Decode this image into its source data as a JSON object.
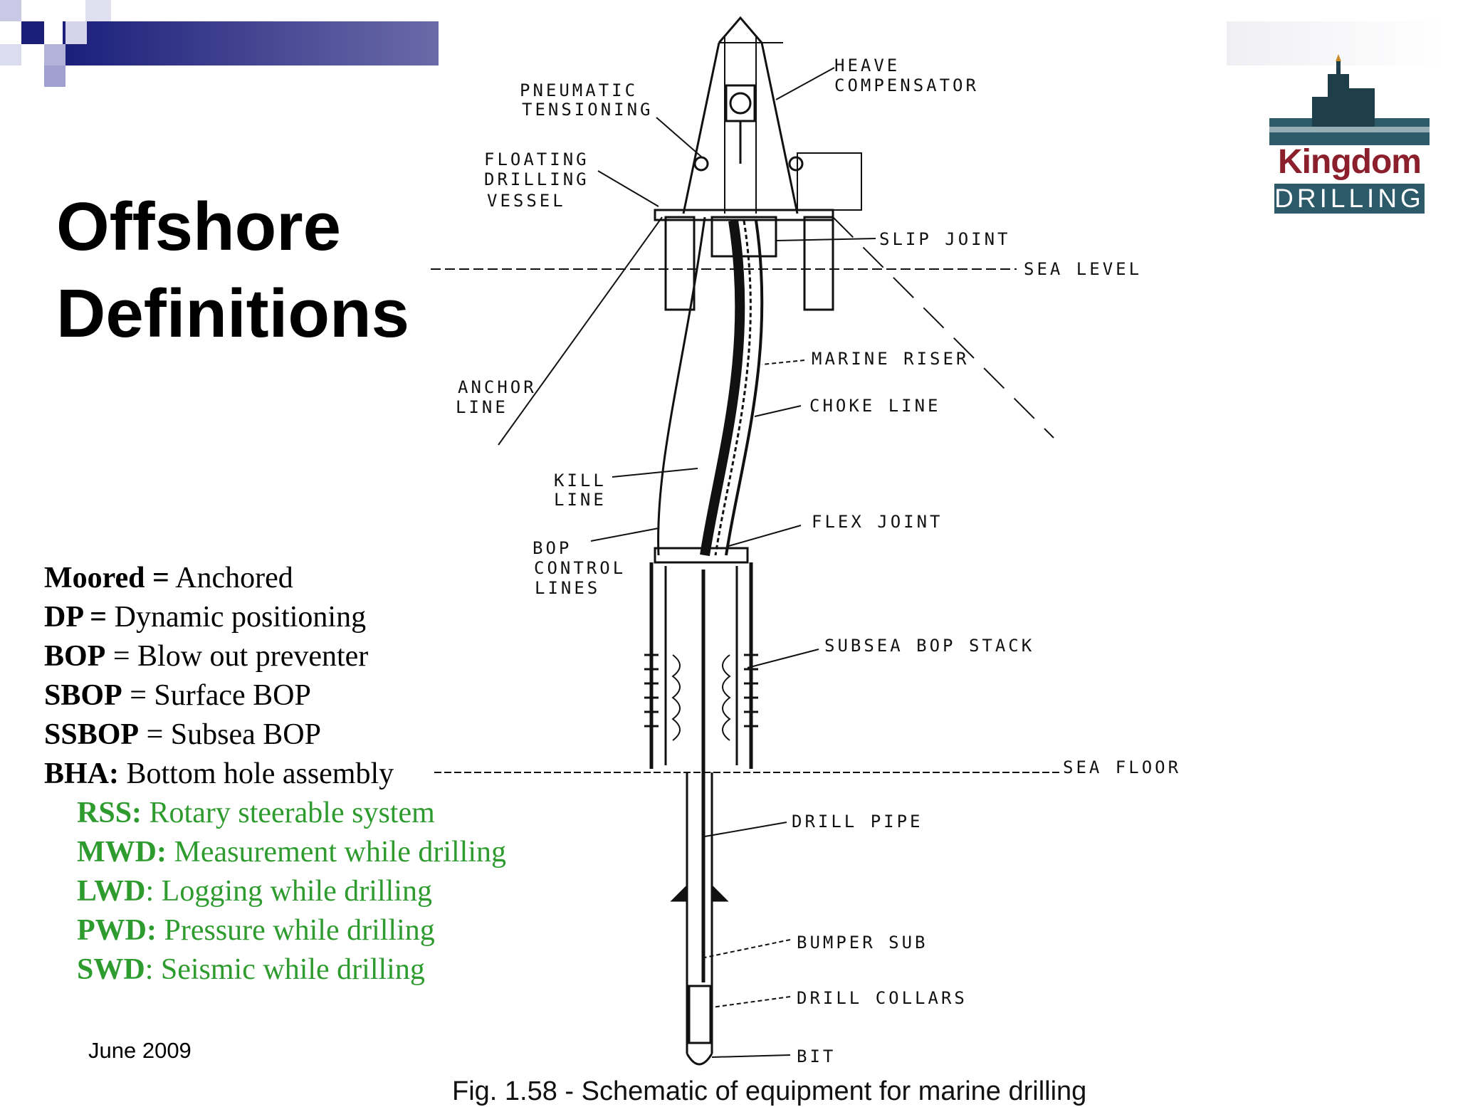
{
  "slide": {
    "title_line1": "Offshore",
    "title_line2": "Definitions",
    "date": "June 2009",
    "caption": "Fig. 1.58 - Schematic of equipment for marine drilling"
  },
  "logo": {
    "word1": "Kingdom",
    "word2": "DRILLING"
  },
  "definitions": [
    {
      "term": "Moored =",
      "desc": " Anchored"
    },
    {
      "term": "DP =",
      "desc": " Dynamic positioning"
    },
    {
      "term": "BOP",
      "desc": " = Blow out preventer"
    },
    {
      "term": "SBOP",
      "desc": " = Surface BOP"
    },
    {
      "term": "SSBOP",
      "desc": " = Subsea BOP"
    },
    {
      "term": "BHA:",
      "desc": " Bottom hole assembly"
    }
  ],
  "sub_definitions": [
    {
      "term": "RSS:",
      "desc": " Rotary steerable system"
    },
    {
      "term": "MWD:",
      "desc": " Measurement while drilling"
    },
    {
      "term": "LWD",
      "desc": ": Logging while drilling"
    },
    {
      "term": "PWD:",
      "desc": " Pressure while drilling"
    },
    {
      "term": "SWD",
      "desc": ": Seismic while drilling"
    }
  ],
  "diagram_labels": {
    "heave_1": "HEAVE",
    "heave_2": "COMPENSATOR",
    "pneu_1": "PNEUMATIC",
    "pneu_2": "TENSIONING",
    "float_1": "FLOATING",
    "float_2": "DRILLING",
    "float_3": "VESSEL",
    "slip": "SLIP JOINT",
    "sea_level": "SEA LEVEL",
    "anchor_1": "ANCHOR",
    "anchor_2": "LINE",
    "riser": "MARINE RISER",
    "choke": "CHOKE LINE",
    "kill_1": "KILL",
    "kill_2": "LINE",
    "flex": "FLEX JOINT",
    "bop_1": "BOP",
    "bop_2": "CONTROL",
    "bop_3": "LINES",
    "stack": "SUBSEA BOP STACK",
    "sea_floor": "SEA FLOOR",
    "drill_pipe": "DRILL PIPE",
    "bumper": "BUMPER SUB",
    "collars": "DRILL COLLARS",
    "bit": "BIT"
  },
  "colors": {
    "accent_navy": "#1b1f7a",
    "definition_green": "#2e9b2e",
    "logo_red": "#8b1f2b",
    "logo_teal": "#2d5a68"
  }
}
